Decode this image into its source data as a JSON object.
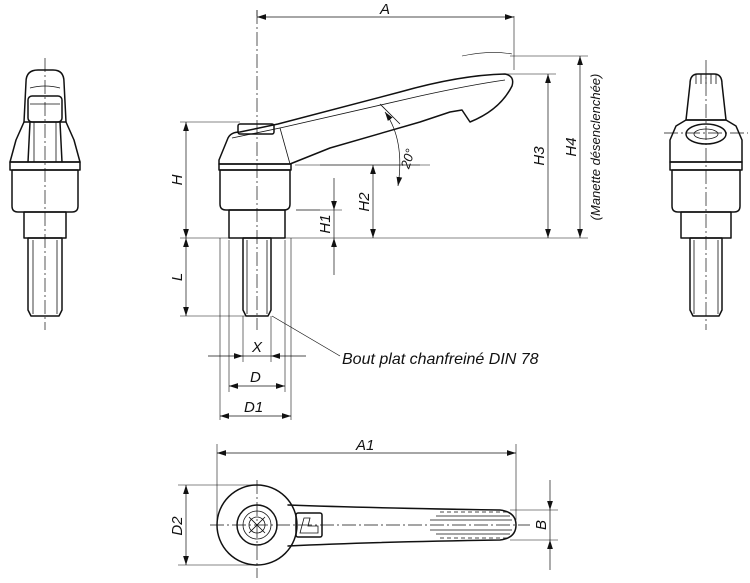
{
  "dimensions": {
    "A": "A",
    "A1": "A1",
    "B": "B",
    "D": "D",
    "D1": "D1",
    "D2": "D2",
    "H": "H",
    "H1": "H1",
    "H2": "H2",
    "H3": "H3",
    "H4": "H4",
    "L": "L",
    "X": "X"
  },
  "angle_label": "20°",
  "h4_note": "(Manette désenclenchée)",
  "thread_end_note": "Bout plat chanfreiné DIN 78"
}
